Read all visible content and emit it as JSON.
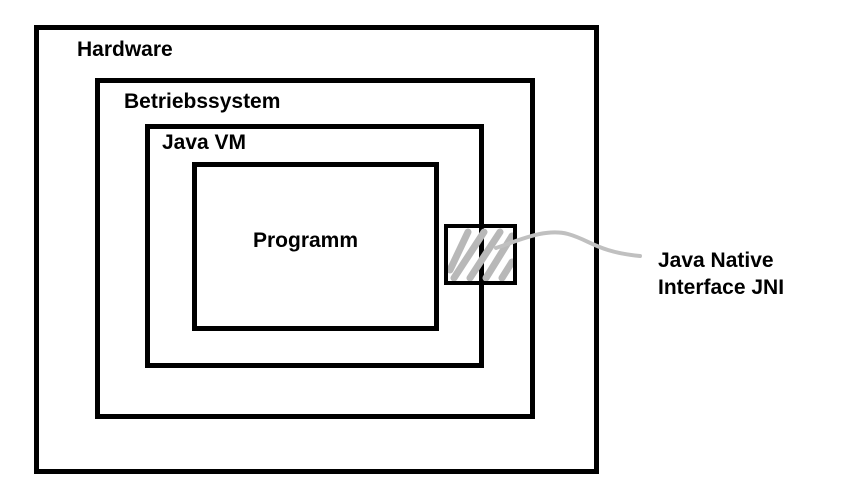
{
  "diagram": {
    "layers": {
      "hardware": "Hardware",
      "os": "Betriebssystem",
      "jvm": "Java VM",
      "program": "Programm"
    },
    "jni": {
      "line1": "Java Native",
      "line2": "Interface JNI"
    }
  },
  "colors": {
    "border": "#000000",
    "connector": "#c0c0c0",
    "hatch": "#b8b8b8"
  }
}
